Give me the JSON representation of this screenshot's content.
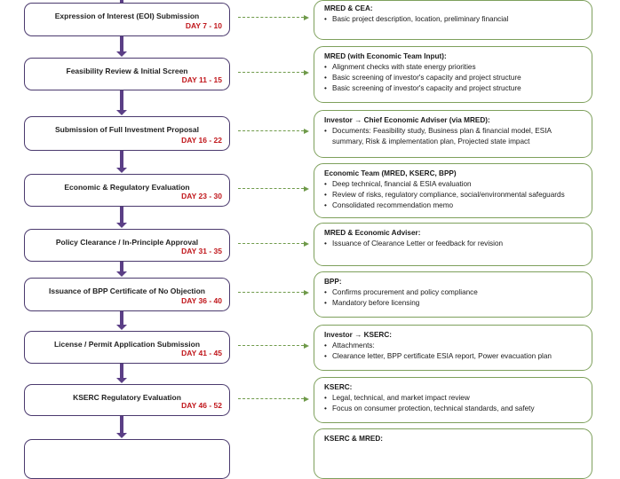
{
  "colors": {
    "step_border": "#4b3a6e",
    "connector": "#5b3f86",
    "day": "#c0161b",
    "info_border": "#7ea05c"
  },
  "steps": [
    {
      "title": "Expression of Interest (EOI) Submission",
      "day": "DAY 7 - 10"
    },
    {
      "title": "Feasibility Review & Initial Screen",
      "day": "DAY 11 - 15"
    },
    {
      "title": "Submission of Full Investment Proposal",
      "day": "DAY 16 - 22"
    },
    {
      "title": "Economic & Regulatory Evaluation",
      "day": "DAY 23 - 30"
    },
    {
      "title": "Policy Clearance / In-Principle Approval",
      "day": "DAY 31 - 35"
    },
    {
      "title": "Issuance of BPP Certificate of No Objection",
      "day": "DAY 36 - 40"
    },
    {
      "title": "License / Permit Application Submission",
      "day": "DAY 41 - 45"
    },
    {
      "title": "KSERC Regulatory Evaluation",
      "day": "DAY 46 - 52"
    },
    {
      "title": "",
      "day": ""
    }
  ],
  "info": [
    {
      "heading": "MRED & CEA:",
      "items": [
        "Basic project description, location, preliminary financial"
      ]
    },
    {
      "heading": "MRED (with Economic Team Input):",
      "items": [
        "Alignment checks with state energy priorities",
        "Basic screening of investor's capacity and project structure",
        "Basic screening of investor's capacity and project structure"
      ]
    },
    {
      "heading": "Investor → Chief Economic Adviser (via MRED):",
      "items": [
        "Documents: Feasibility study, Business plan & financial model, ESIA summary, Risk & implementation plan, Projected state impact"
      ]
    },
    {
      "heading": "Economic Team (MRED, KSERC, BPP)",
      "items": [
        "Deep technical, financial & ESIA evaluation",
        "Review of risks, regulatory compliance, social/environmental safeguards",
        "Consolidated recommendation memo"
      ]
    },
    {
      "heading": "MRED & Economic Adviser:",
      "items": [
        "Issuance of Clearance Letter or feedback for revision"
      ]
    },
    {
      "heading": "BPP:",
      "items": [
        "Confirms procurement and policy compliance",
        "Mandatory before licensing"
      ]
    },
    {
      "heading": "Investor → KSERC:",
      "items": [
        "Attachments:",
        "Clearance letter, BPP certificate ESIA report, Power evacuation plan"
      ]
    },
    {
      "heading": "KSERC:",
      "items": [
        "Legal, technical, and market impact review",
        "Focus on consumer protection, technical standards, and safety"
      ]
    },
    {
      "heading": "KSERC & MRED:",
      "items": []
    }
  ]
}
